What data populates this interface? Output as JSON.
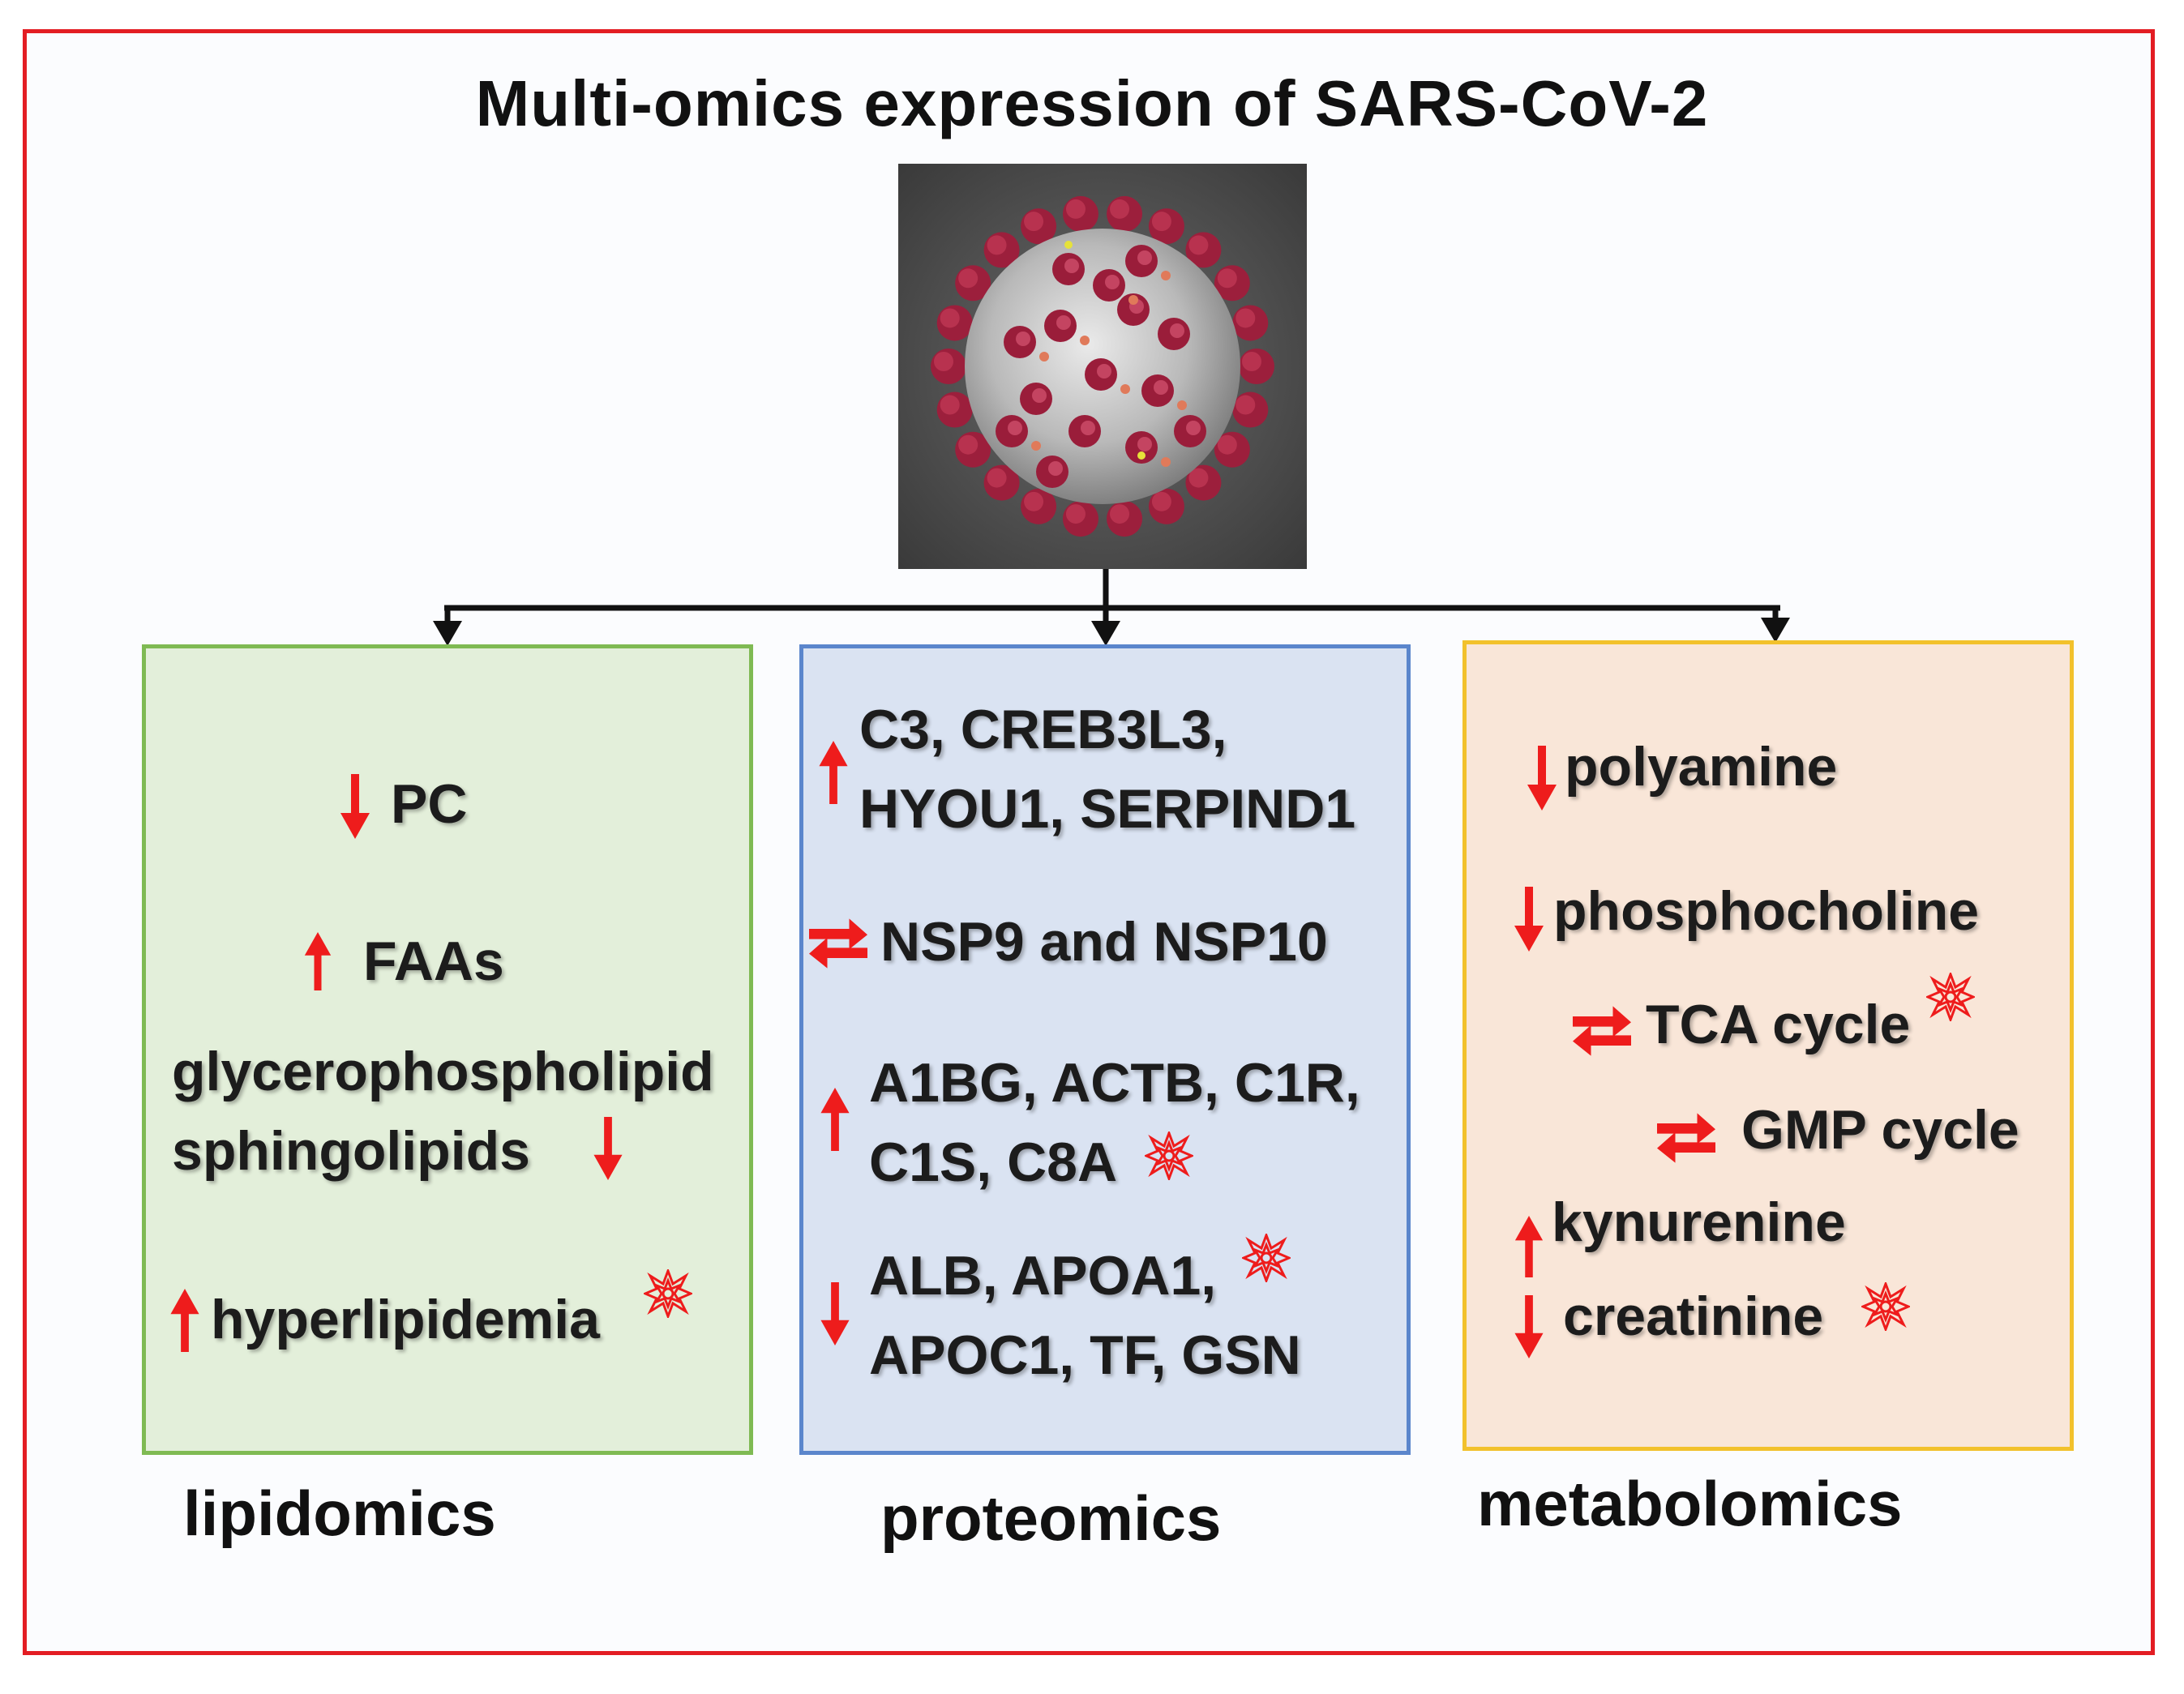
{
  "title": "Multi-omics expression of SARS-CoV-2",
  "colors": {
    "frame": "#e31d23",
    "arrow": "#ee1c1c",
    "lipid_bg": "#e3efda",
    "protein_bg": "#dae3f2",
    "metab_bg": "#f9e6d8"
  },
  "lipidomics": {
    "label": "lipidomics",
    "items": [
      "PC",
      "FAAs",
      "glycerophospholipid",
      "sphingolipids",
      "hyperlipidemia"
    ]
  },
  "proteomics": {
    "label": "proteomics",
    "items": [
      "C3, CREB3L3,",
      "HYOU1, SERPIND1",
      "NSP9 and NSP10",
      "A1BG, ACTB, C1R,",
      "C1S, C8A",
      "ALB, APOA1,",
      "APOC1, TF, GSN"
    ]
  },
  "metabolomics": {
    "label": "metabolomics",
    "items": [
      "polyamine",
      "phosphocholine",
      "TCA cycle",
      "GMP cycle",
      "kynurenine",
      "creatinine"
    ]
  },
  "icons": {
    "up": "arrow-up-icon",
    "down": "arrow-down-icon",
    "exchange": "exchange-arrows-icon",
    "marker": "star-marker-icon",
    "virus": "coronavirus-image"
  }
}
